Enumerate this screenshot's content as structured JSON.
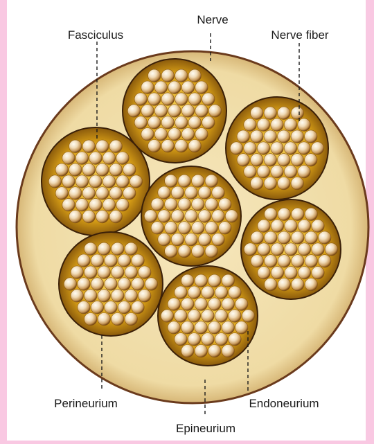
{
  "colors": {
    "page_background": "#f9c8e2",
    "panel": "#ffffff",
    "epineurium_fill": "#f1dfad",
    "nerve_border": "#6a3a1c",
    "fasciculus_fill": "#d9a21a",
    "fasciculus_border": "#3b2008",
    "fiber_highlight": "#fffdf5",
    "fiber_mid": "#e9cfa3",
    "fiber_shadow": "#7a4a14"
  },
  "labels": {
    "nerve": "Nerve",
    "fasciculus": "Fasciculus",
    "nerve_fiber": "Nerve fiber",
    "perineurium": "Perineurium",
    "endoneurium": "Endoneurium",
    "epineurium": "Epineurium"
  },
  "structure": {
    "fasciculus_count": 7
  }
}
